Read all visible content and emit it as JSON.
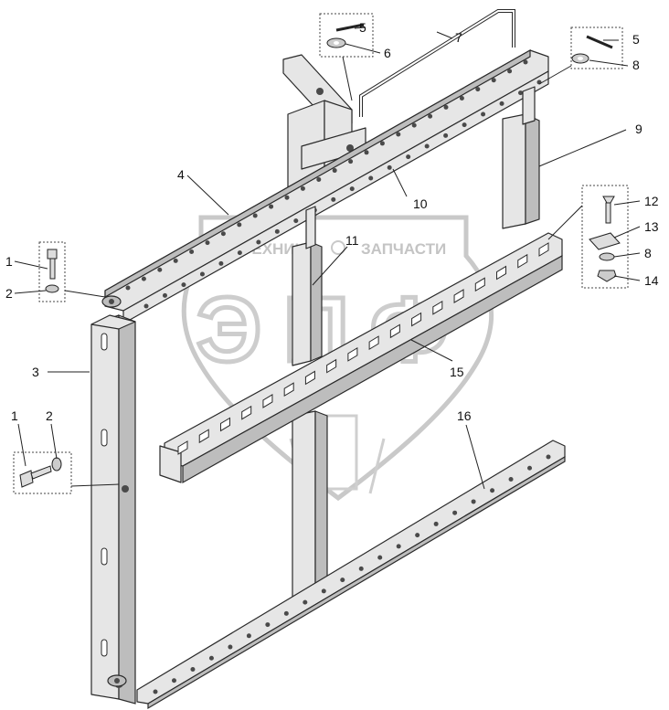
{
  "watermark": {
    "brand_left": "ТЕХНИКА",
    "brand_right": "ЗАПЧАСТИ",
    "logo_letters": [
      "Э",
      "П",
      "Ф"
    ]
  },
  "callouts": [
    {
      "id": "c5a",
      "text": "5"
    },
    {
      "id": "c6",
      "text": "6"
    },
    {
      "id": "c7",
      "text": "7"
    },
    {
      "id": "c5b",
      "text": "5"
    },
    {
      "id": "c8a",
      "text": "8"
    },
    {
      "id": "c9",
      "text": "9"
    },
    {
      "id": "c4",
      "text": "4"
    },
    {
      "id": "c10",
      "text": "10"
    },
    {
      "id": "c12",
      "text": "12"
    },
    {
      "id": "c13",
      "text": "13"
    },
    {
      "id": "c8b",
      "text": "8"
    },
    {
      "id": "c14",
      "text": "14"
    },
    {
      "id": "c1a",
      "text": "1"
    },
    {
      "id": "c2a",
      "text": "2"
    },
    {
      "id": "c11",
      "text": "11"
    },
    {
      "id": "c3",
      "text": "3"
    },
    {
      "id": "c15",
      "text": "15"
    },
    {
      "id": "c16",
      "text": "16"
    },
    {
      "id": "c1b",
      "text": "1"
    },
    {
      "id": "c2b",
      "text": "2"
    }
  ]
}
